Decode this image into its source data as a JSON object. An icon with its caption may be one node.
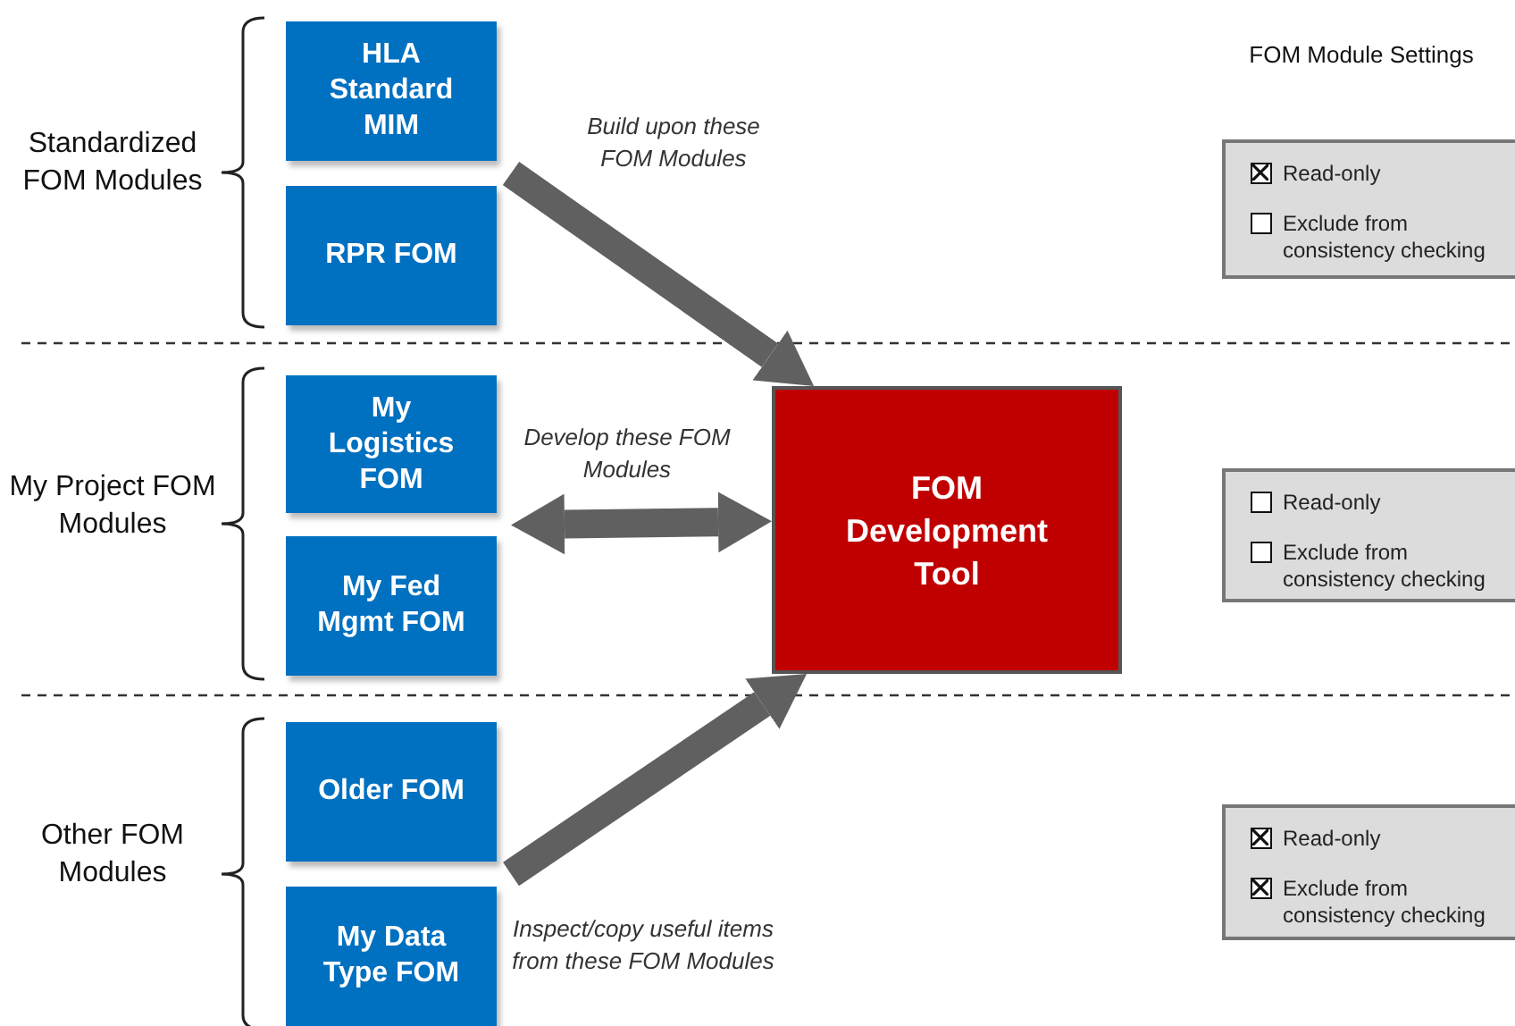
{
  "diagram": {
    "nodes": [
      {
        "text": [
          "HLA Standard MIM"
        ]
      },
      {
        "text": [
          "RPR FOM"
        ]
      },
      {
        "text": [
          "My Logistics FOM"
        ]
      },
      {
        "text": [
          "My Fed Mgmt FOM"
        ]
      },
      {
        "text": [
          "FOM Development Tool"
        ]
      },
      {
        "text": [
          "Older FOM"
        ]
      },
      {
        "text": [
          "My Data Type FOM"
        ]
      },
      {
        "text": [
          "Read-only",
          "Exclude from consistency checking"
        ]
      },
      {
        "text": [],
        "shape": "checkbox",
        "in": 7
      },
      {
        "text": [],
        "shape": "box",
        "in": 7
      },
      {
        "text": [
          "Read-only",
          "Exclude from consistency checking"
        ]
      },
      {
        "text": [],
        "shape": "box",
        "in": 10
      },
      {
        "text": [],
        "shape": "box",
        "in": 10
      },
      {
        "text": [
          "Read-only",
          "Exclude from consistency checking"
        ]
      },
      {
        "text": [],
        "shape": "checkbox",
        "in": 13
      },
      {
        "text": [],
        "shape": "checkbox",
        "in": 13
      }
    ],
    "edges": [
      {
        "from": 0,
        "to": 4,
        "arrow": "to",
        "label": "Build upon these FOM Modules"
      },
      {
        "from": 1,
        "to": 4,
        "arrow": "to"
      },
      {
        "from": 2,
        "to": 4,
        "arrow": "both",
        "label": "Develop these FOM Modules"
      },
      {
        "from": 3,
        "to": 4,
        "arrow": "both"
      },
      {
        "from": 5,
        "to": 4,
        "arrow": "to",
        "label": "Inspect/copy useful items from these FOM Modules"
      },
      {
        "from": 6,
        "to": 4,
        "arrow": "to"
      }
    ],
    "labels": [
      "Standardized FOM Modules",
      "FOM Module Settings",
      "My Project FOM Modules",
      "Other FOM Modules"
    ]
  }
}
